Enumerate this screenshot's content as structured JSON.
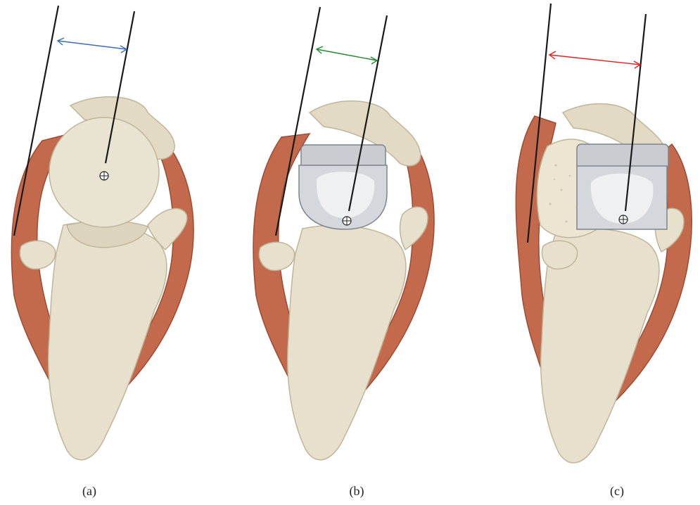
{
  "figure": {
    "panels": [
      {
        "caption": "(a)",
        "arrow_color": "#3b6db5",
        "variant": "anatomic-head"
      },
      {
        "caption": "(b)",
        "arrow_color": "#1f8a2c",
        "variant": "reverse-prosthesis-medialized"
      },
      {
        "caption": "(c)",
        "arrow_color": "#e02020",
        "variant": "reverse-prosthesis-lateralized-bone-graft"
      }
    ],
    "colors": {
      "bone": "#e7e0cc",
      "bone_shadow": "#cfc6ad",
      "muscle": "#c46a4c",
      "muscle_dark": "#9e4a33",
      "metal": "#c9cdd2",
      "metal_dark": "#7d848c",
      "line": "#1a1a1a"
    }
  }
}
